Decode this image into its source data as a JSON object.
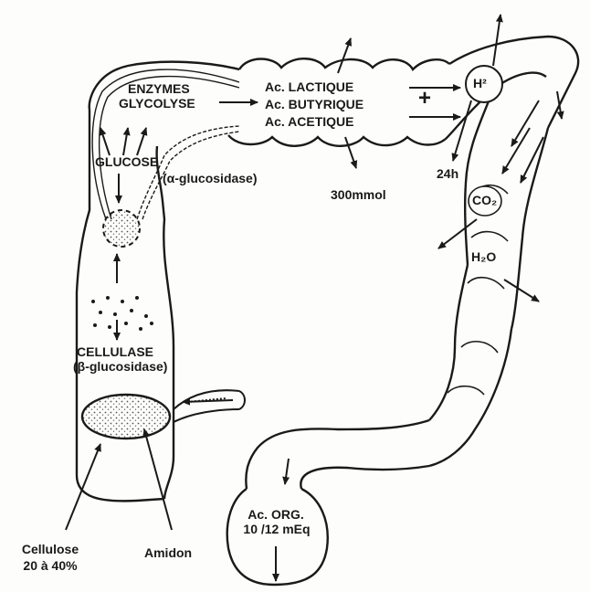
{
  "labels": {
    "enzymes": "ENZYMES",
    "glycolyse": "GLYCOLYSE",
    "ac_lactique": "Ac. LACTIQUE",
    "ac_butyrique": "Ac. BUTYRIQUE",
    "ac_acetique": "Ac. ACETIQUE",
    "plus": "+",
    "h2": "H²",
    "glucose": "GLUCOSE",
    "alpha_glucosidase": "(α-glucosidase)",
    "duration": "24h",
    "amount": "300mmol",
    "co2": "CO₂",
    "h2o": "H₂O",
    "cellulase": "CELLULASE",
    "beta_glucosidase": "(β-glucosidase)",
    "ac_org_line1": "Ac. ORG.",
    "ac_org_line2": "10 /12 mEq",
    "cellulose_line1": "Cellulose",
    "cellulose_line2": "20 à 40%",
    "amidon": "Amidon"
  },
  "colors": {
    "ink": "#1a1a1a",
    "paper": "#fdfdfb",
    "stipple": "#555555"
  }
}
